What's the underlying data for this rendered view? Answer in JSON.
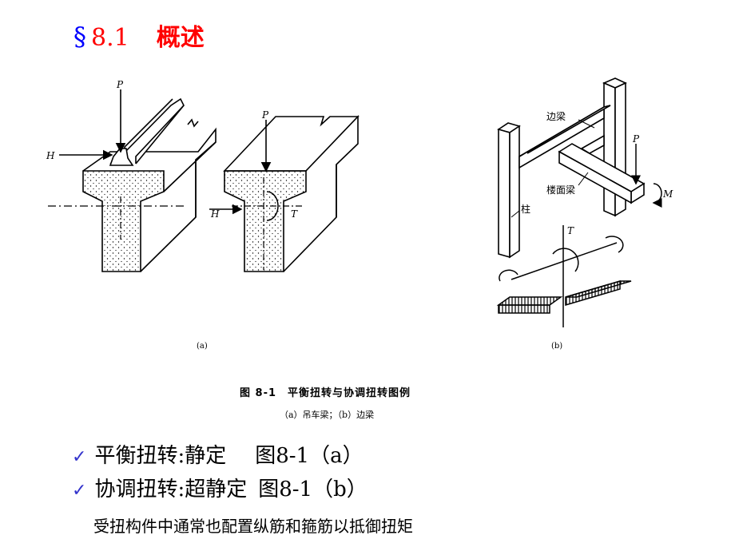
{
  "title": {
    "symbol": "§",
    "number": "8.1",
    "text": "概述"
  },
  "figure": {
    "labels": {
      "P_a1": "P",
      "H_a1": "H",
      "P_a2": "P",
      "H_a2": "H",
      "T_a2": "T",
      "edge_beam": "边梁",
      "P_b": "P",
      "floor_beam": "楼面梁",
      "M_b": "M",
      "column": "柱",
      "T_b": "T",
      "sub_a": "(a)",
      "sub_b": "(b)"
    },
    "caption": "图 8-1　平衡扭转与协调扭转图例",
    "subcaption": "（a）吊车梁；（b）边梁"
  },
  "bullets": [
    {
      "check": "✓",
      "label": "平衡扭转:静定",
      "ref": "图8-1（a）"
    },
    {
      "check": "✓",
      "label": "协调扭转:超静定",
      "ref": "图8-1（b）"
    }
  ],
  "note": "受扭构件中通常也配置纵筋和箍筋以抵御扭矩"
}
